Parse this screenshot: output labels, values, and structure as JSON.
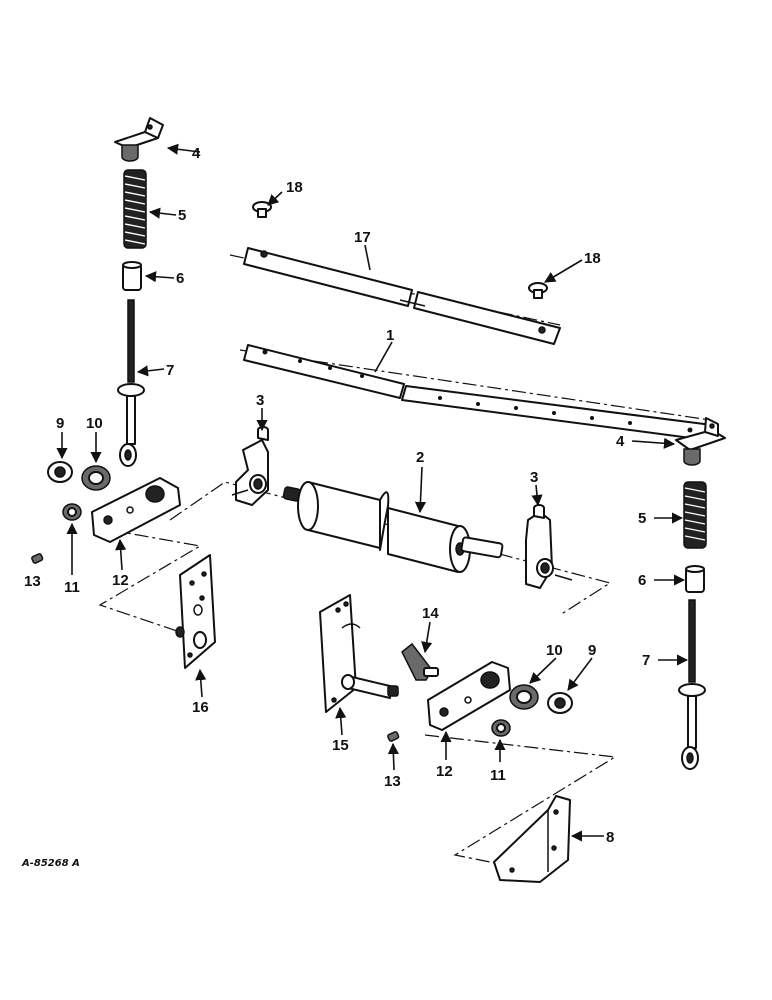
{
  "drawing_code": "A-85268 A",
  "callouts": [
    {
      "id": "c1",
      "label": "1"
    },
    {
      "id": "c2",
      "label": "2"
    },
    {
      "id": "c3a",
      "label": "3"
    },
    {
      "id": "c3b",
      "label": "3"
    },
    {
      "id": "c4a",
      "label": "4"
    },
    {
      "id": "c4b",
      "label": "4"
    },
    {
      "id": "c5a",
      "label": "5"
    },
    {
      "id": "c5b",
      "label": "5"
    },
    {
      "id": "c6a",
      "label": "6"
    },
    {
      "id": "c6b",
      "label": "6"
    },
    {
      "id": "c7a",
      "label": "7"
    },
    {
      "id": "c7b",
      "label": "7"
    },
    {
      "id": "c8",
      "label": "8"
    },
    {
      "id": "c9a",
      "label": "9"
    },
    {
      "id": "c9b",
      "label": "9"
    },
    {
      "id": "c10a",
      "label": "10"
    },
    {
      "id": "c10b",
      "label": "10"
    },
    {
      "id": "c11a",
      "label": "11"
    },
    {
      "id": "c11b",
      "label": "11"
    },
    {
      "id": "c12a",
      "label": "12"
    },
    {
      "id": "c12b",
      "label": "12"
    },
    {
      "id": "c13a",
      "label": "13"
    },
    {
      "id": "c13b",
      "label": "13"
    },
    {
      "id": "c14",
      "label": "14"
    },
    {
      "id": "c15",
      "label": "15"
    },
    {
      "id": "c16",
      "label": "16"
    },
    {
      "id": "c17",
      "label": "17"
    },
    {
      "id": "c18a",
      "label": "18"
    },
    {
      "id": "c18b",
      "label": "18"
    }
  ]
}
